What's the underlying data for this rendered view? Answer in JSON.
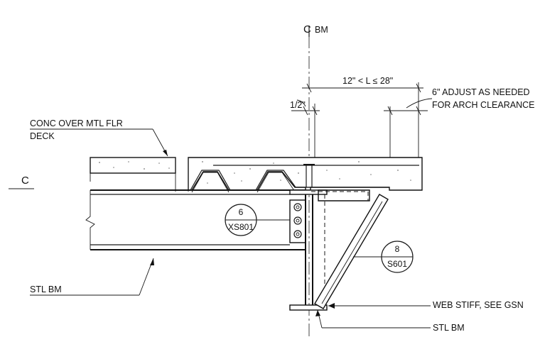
{
  "labels": {
    "centerline_bm": "BM",
    "centerline_symbol": "C",
    "dim_length": "12\" < L ≤ 28\"",
    "dim_half_inch": "1/2\"",
    "adjust_line1": "6\" ADJUST AS NEEDED",
    "adjust_line2": "FOR ARCH CLEARANCE",
    "conc_line1": "CONC OVER MTL FLR",
    "conc_line2": "DECK",
    "section_marker_left": "C",
    "stl_bm_left": "STL BM",
    "web_stiff": "WEB STIFF, SEE GSN",
    "stl_bm_bottom": "STL BM"
  },
  "detail_callouts": [
    {
      "number": "6",
      "sheet": "XS801"
    },
    {
      "number": "8",
      "sheet": "S601"
    }
  ]
}
